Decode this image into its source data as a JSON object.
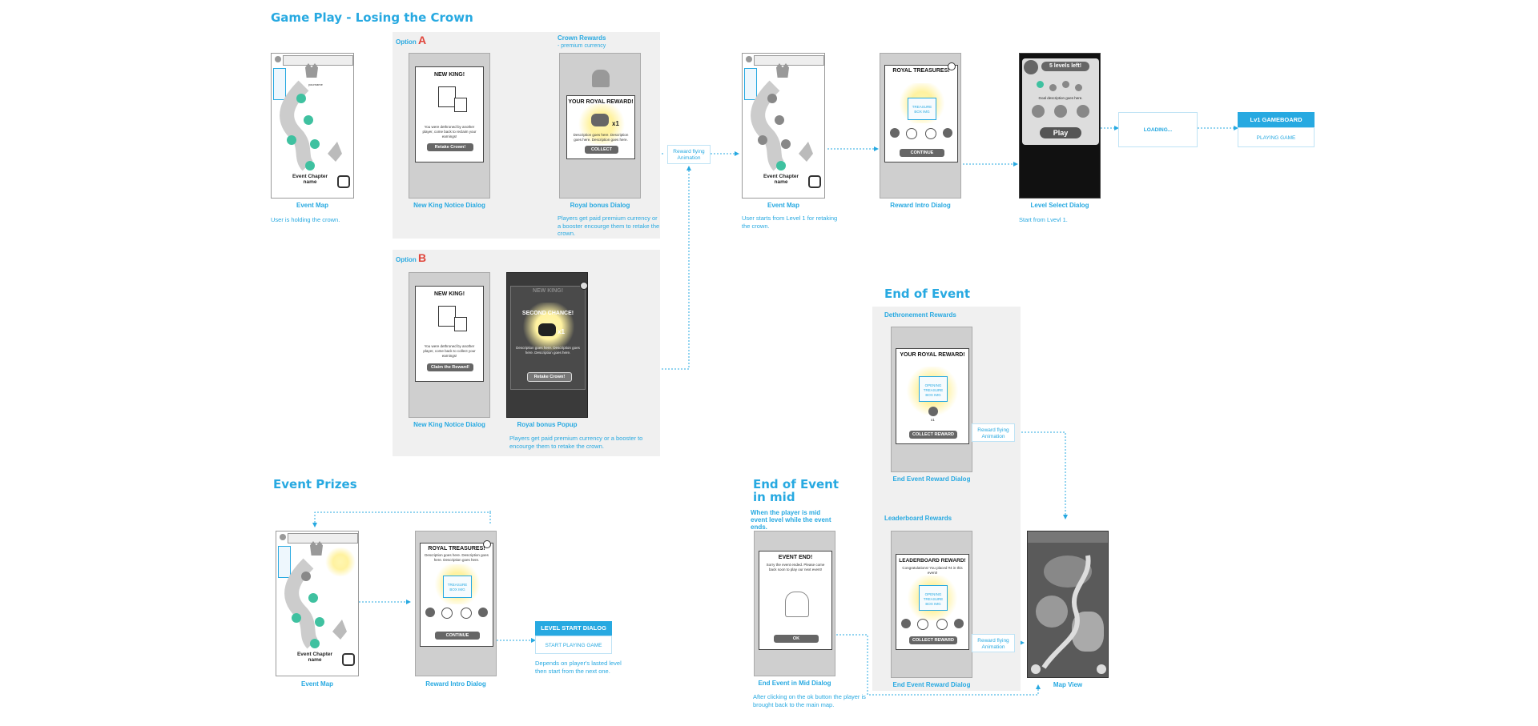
{
  "headings": {
    "gameplay": "Game Play - Losing the Crown",
    "end_of_event": "End of Event",
    "event_prizes": "Event Prizes",
    "end_mid_line1": "End of Event",
    "end_mid_line2": "in mid"
  },
  "option_a": {
    "prefix": "Option",
    "letter": "A"
  },
  "option_b": {
    "prefix": "Option",
    "letter": "B"
  },
  "crown_rewards": {
    "title": "Crown Rewards",
    "subtitle": "- premium currency"
  },
  "sections": {
    "dethronement": "Dethronement Rewards",
    "leaderboard": "Leaderboard Rewards",
    "mid_note": "When the player is mid event level while the event ends."
  },
  "captions": {
    "event_map": "Event Map",
    "new_king_notice": "New King Notice Dialog",
    "royal_bonus_dialog": "Royal bonus Dialog",
    "reward_intro": "Reward Intro Dialog",
    "level_select": "Level Select Dialog",
    "royal_bonus_popup": "Royal bonus Popup",
    "end_event_reward": "End Event Reward Dialog",
    "end_event_mid": "End Event in Mid Dialog",
    "map_view": "Map View"
  },
  "notes": {
    "holding_crown": "User is holding the crown.",
    "premium_a": "Players get paid premium currency or a booster encourge them to retake the crown.",
    "starts_level1": "User starts from Level 1 for retaking the crown.",
    "start_level1": "Start from Lvevl 1.",
    "premium_b": "Players get paid premium currency or a booster to encourge them to retake the crown.",
    "depends": "Depends on player's lasted level then start from the next one.",
    "after_ok": "After clicking on the ok button the player is brought back to the main map."
  },
  "flow_boxes": {
    "reward_anim": "Reward flying Animation",
    "loading": "LOADING...",
    "gameboard_title": "Lv1 GAMEBOARD",
    "gameboard_sub": "PLAYING GAME",
    "level_start_title": "LEVEL START DIALOG",
    "level_start_sub": "START PLAYING GAME"
  },
  "map": {
    "chapter_line1": "Event Chapter",
    "chapter_line2": "name",
    "username": "yourname",
    "exit": "Exit"
  },
  "dialogs": {
    "new_king": "NEW KING!",
    "new_king_text_a": "You were dethroned by another player, come back to reclaim your earnings!",
    "new_king_text_b": "You were dethroned by another player, come back to collect your earnings!",
    "retake_crown": "Retake Crown!",
    "claim_reward": "Claim the Reward!",
    "your_royal_reward": "YOUR ROYAL REWARD!",
    "royal_desc": "Description goes here. Description goes here. Description goes here.",
    "collect": "COLLECT",
    "x1": "x1",
    "second_chance": "SECOND CHANCE!",
    "royal_treasures": "ROYAL TREASURES!",
    "rt_desc": "Description goes here. Description goes here. Description goes here.",
    "treasure_img": "TREASURE BOX IMG",
    "continue": "CONTINUE",
    "opening_box": "OPENING TREASURE BOX IMG",
    "collect_reward": "COLLECT REWARD",
    "leaderboard_reward": "LEADERBOARD REWARD!",
    "leaderboard_text": "Congratulations! You placed #4 in this event!",
    "event_end": "EVENT END!",
    "event_end_text": "Sorry the event ended. Please come back soon to play our next event!",
    "ok": "OK",
    "levels_left": "5 levels left!",
    "goal": "Goal description goes here.",
    "play": "Play"
  }
}
